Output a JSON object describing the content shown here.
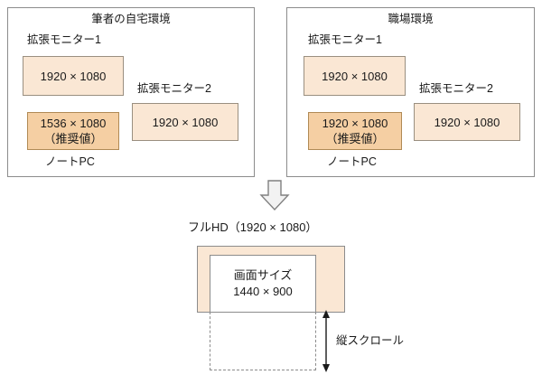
{
  "diagram": {
    "title_hidden": "",
    "environments": [
      {
        "name": "home",
        "title": "筆者の自宅環境",
        "monitor1_caption": "拡張モニター1",
        "monitor1_value": "1920 × 1080",
        "monitor2_caption": "拡張モニター2",
        "monitor2_value": "1920 × 1080",
        "laptop_value": "1536 × 1080",
        "laptop_note": "（推奨値）",
        "laptop_caption": "ノートPC"
      },
      {
        "name": "work",
        "title": "職場環境",
        "monitor1_caption": "拡張モニター1",
        "monitor1_value": "1920 × 1080",
        "monitor2_caption": "拡張モニター2",
        "monitor2_value": "1920 × 1080",
        "laptop_value": "1920 × 1080",
        "laptop_note": "（推奨値）",
        "laptop_caption": "ノートPC"
      }
    ],
    "flow_arrow_icon": "down-arrow-icon",
    "output": {
      "label": "フルHD（1920 × 1080）",
      "screen_label": "画面サイズ",
      "screen_value": "1440 × 900",
      "scroll_label": "縦スクロール",
      "scroll_arrow_icon": "vertical-double-arrow-icon"
    }
  },
  "colors": {
    "panel_border": "#8c8c8c",
    "monitor_fill": "#fae7d4",
    "monitor_border": "#9a8f80",
    "laptop_fill": "#f5cfa3",
    "laptop_border": "#b08a55",
    "arrow_fill": "#f2f2f2",
    "arrow_stroke": "#808080",
    "text": "#1a1a1a",
    "background": "#ffffff"
  }
}
